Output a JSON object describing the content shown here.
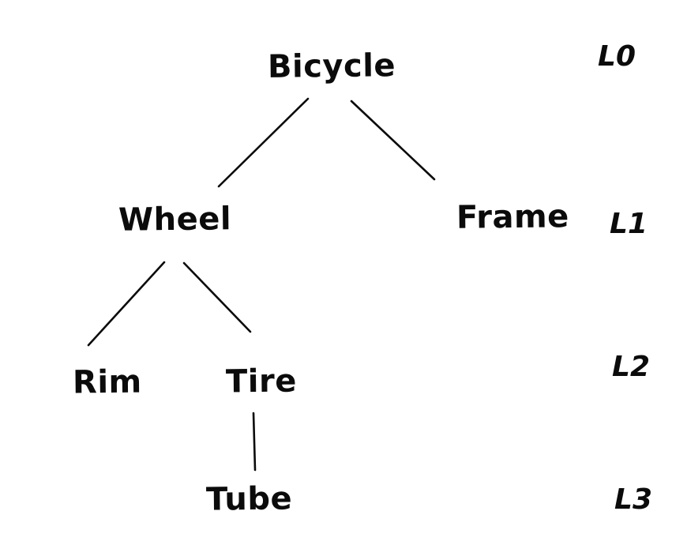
{
  "diagram": {
    "type": "tree",
    "description": "Hand-drawn component hierarchy of a bicycle with depth level labels",
    "nodes": {
      "bicycle": {
        "label": "Bicycle",
        "level": 0
      },
      "wheel": {
        "label": "Wheel",
        "level": 1
      },
      "frame": {
        "label": "Frame",
        "level": 1
      },
      "rim": {
        "label": "Rim",
        "level": 2
      },
      "tire": {
        "label": "Tire",
        "level": 2
      },
      "tube": {
        "label": "Tube",
        "level": 3
      }
    },
    "edges": [
      {
        "from": "Bicycle",
        "to": "Wheel"
      },
      {
        "from": "Bicycle",
        "to": "Frame"
      },
      {
        "from": "Wheel",
        "to": "Rim"
      },
      {
        "from": "Wheel",
        "to": "Tire"
      },
      {
        "from": "Tire",
        "to": "Tube"
      }
    ],
    "level_labels": {
      "l0": "L0",
      "l1": "L1",
      "l2": "L2",
      "l3": "L3"
    }
  },
  "colors": {
    "ink": "#0b0b0b",
    "background": "#ffffff"
  }
}
